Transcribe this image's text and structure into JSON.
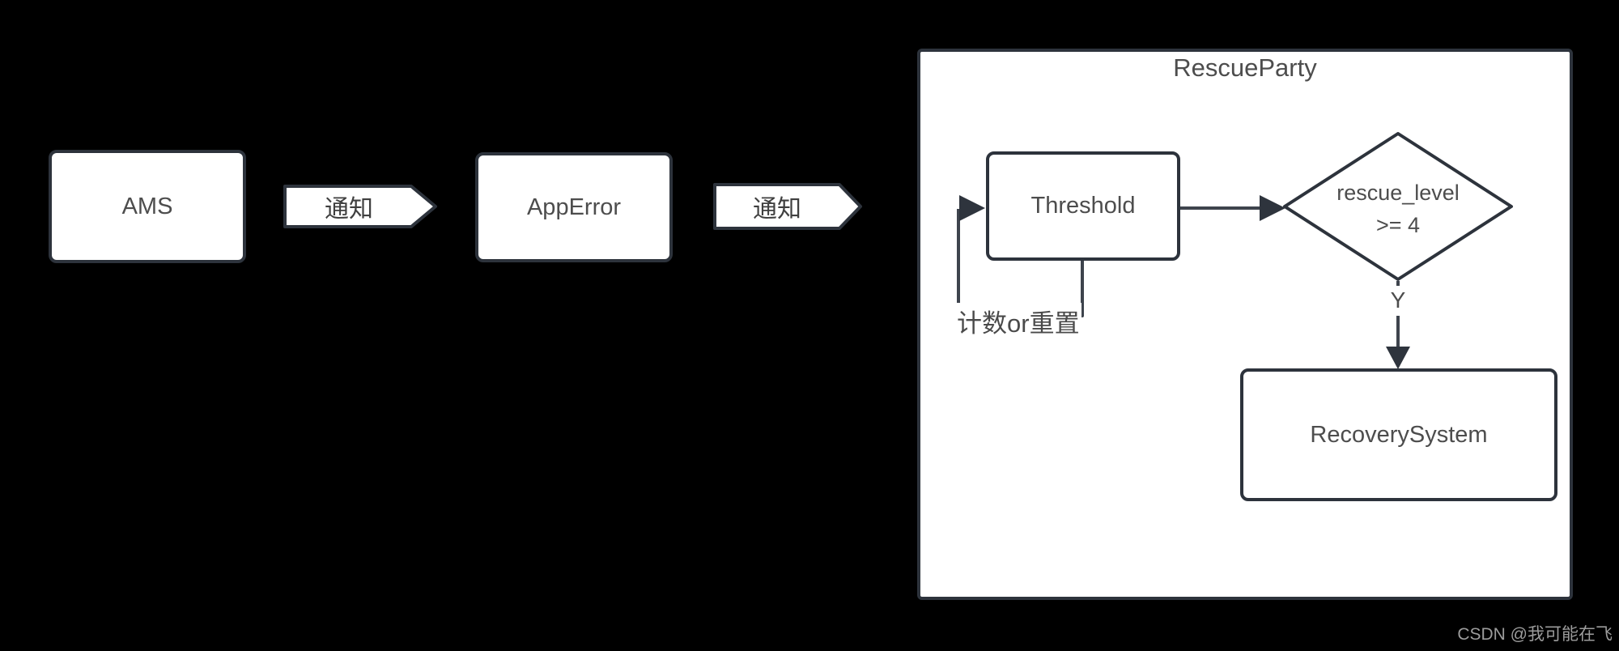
{
  "colors": {
    "background": "#000000",
    "shape_fill": "#ffffff",
    "shape_border": "#2d333c",
    "label_text": "#4d4d4d",
    "connector_line": "#3e444d",
    "arrowhead_fill": "#2e343d",
    "watermark_text": "#9c9c9c"
  },
  "diagram": {
    "nodes": {
      "ams": "AMS",
      "app_error": "AppError",
      "threshold": "Threshold",
      "recovery_system": "RecoverySystem"
    },
    "rescue_party_container": {
      "title": "RescueParty"
    },
    "decision": {
      "line1": "rescue_level",
      "line2": ">= 4"
    },
    "edge_labels": {
      "ams_to_apperror": "通知",
      "apperror_to_rescueparty": "通知",
      "threshold_self_loop": "计数or重置",
      "decision_yes": "Y"
    }
  },
  "watermark": "CSDN @我可能在飞"
}
